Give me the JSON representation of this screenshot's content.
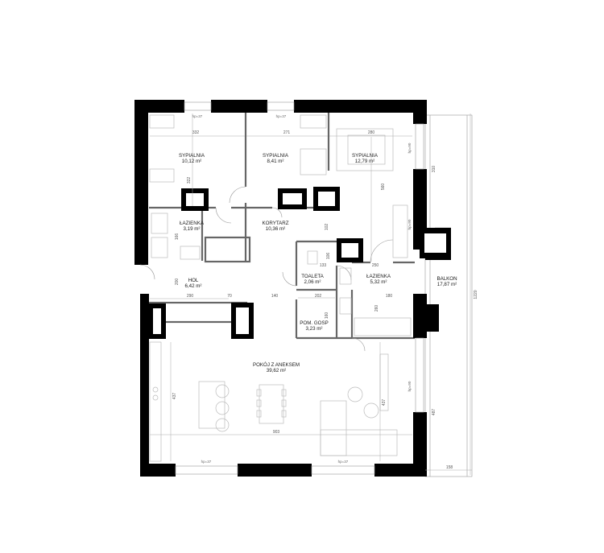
{
  "rooms": [
    {
      "id": "sypialnia-1",
      "name": "SYPIALNIA",
      "area": "10,12 m²"
    },
    {
      "id": "sypialnia-2",
      "name": "SYPIALNIA",
      "area": "8,41 m²"
    },
    {
      "id": "sypialnia-3",
      "name": "SYPIALNIA",
      "area": "12,79 m²"
    },
    {
      "id": "lazienka-1",
      "name": "ŁAZIENKA",
      "area": "3,19 m²"
    },
    {
      "id": "korytarz",
      "name": "KORYTARZ",
      "area": "10,36 m²"
    },
    {
      "id": "hol",
      "name": "HOL",
      "area": "6,42 m²"
    },
    {
      "id": "toaleta",
      "name": "TOALETA",
      "area": "2,06 m²"
    },
    {
      "id": "lazienka-2",
      "name": "ŁAZIENKA",
      "area": "5,32 m²"
    },
    {
      "id": "balkon",
      "name": "BALKON",
      "area": "17,87 m²"
    },
    {
      "id": "pom-gosp",
      "name": "POM. GOSP",
      "area": "3,23 m²"
    },
    {
      "id": "pokoj",
      "name": "POKÓJ Z ANEKSEM",
      "area": "39,62 m²"
    }
  ],
  "dimensions": {
    "d332": "332",
    "d271": "271",
    "d280": "280",
    "d322": "322",
    "d560": "560",
    "d166": "166",
    "d102a": "102",
    "d106": "106",
    "d133": "133",
    "d250": "250",
    "d200": "200",
    "d290": "290",
    "d70": "70",
    "d140": "140",
    "d202": "202",
    "d160": "160",
    "d180": "180",
    "d260": "260",
    "d1220": "1220",
    "d310": "310",
    "d437a": "437",
    "d437b": "437",
    "d487": "487",
    "d903": "903",
    "d158": "158"
  },
  "heights": {
    "hp37": "hp=37",
    "hp90": "hp=90"
  }
}
